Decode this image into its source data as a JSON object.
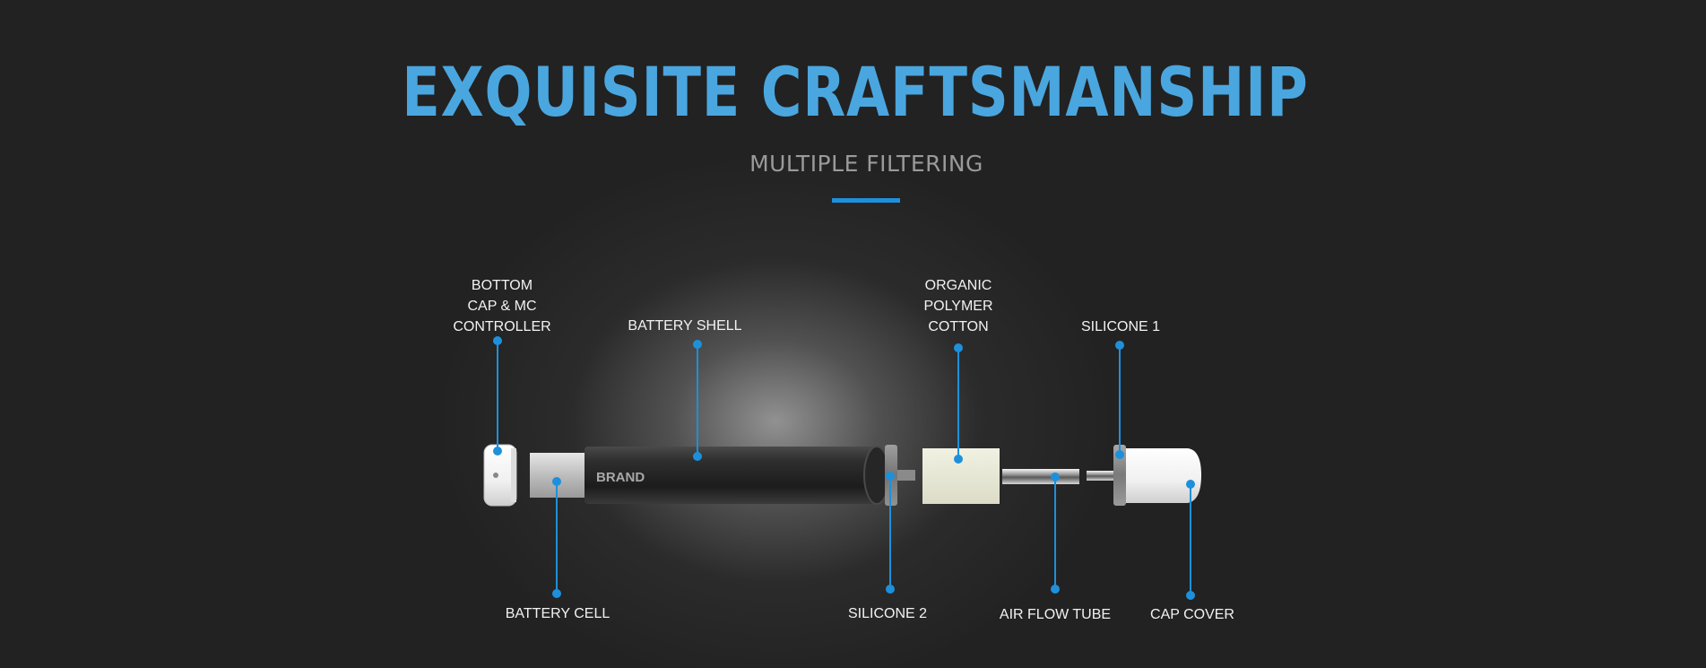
{
  "header": {
    "title": "EXQUISITE CRAFTSMANSHIP",
    "subtitle": "MULTIPLE FILTERING"
  },
  "colors": {
    "title": "#4aa6df",
    "accent_line": "#1e90db",
    "callout": "#1e90db",
    "label_text": "#f2f2f2"
  },
  "product": {
    "brand_text": "BRAND"
  },
  "labels": {
    "bottom_cap": [
      "BOTTOM",
      "CAP & MC",
      "CONTROLLER"
    ],
    "battery_shell": "BATTERY SHELL",
    "organic_cotton": [
      "ORGANIC",
      "POLYMER",
      "COTTON"
    ],
    "silicone_1": "SILICONE 1",
    "battery_cell": "BATTERY CELL",
    "silicone_2": "SILICONE 2",
    "air_flow_tube": "AIR FLOW TUBE",
    "cap_cover": "CAP COVER"
  }
}
